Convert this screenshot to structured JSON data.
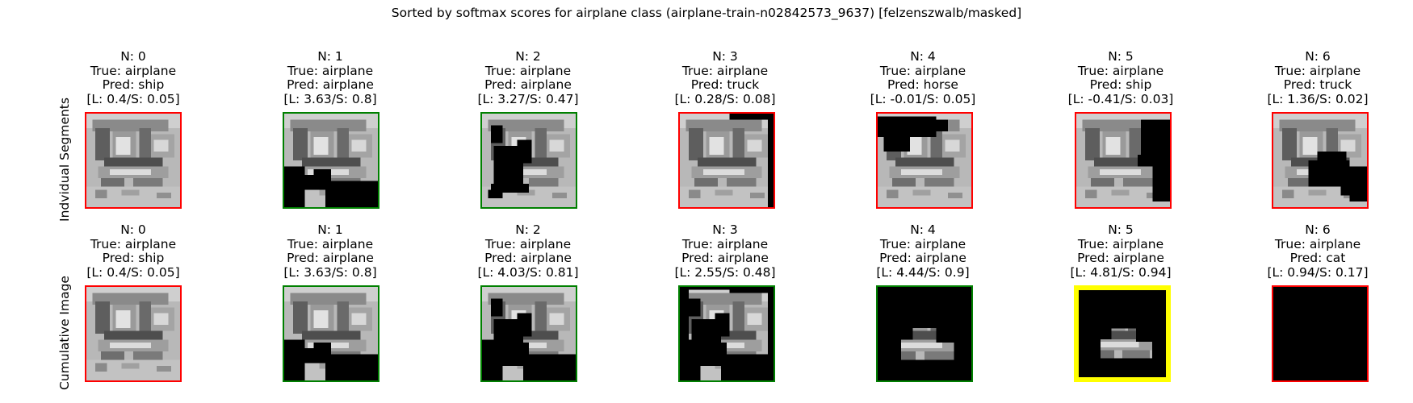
{
  "title": "Sorted by softmax scores for airplane class (airplane-train-n02842573_9637) [felzenszwalb/masked]",
  "colors": {
    "wrong": "#ff0000",
    "correct": "#008000",
    "best": "#ffff00"
  },
  "rows": [
    {
      "label": "Indvidual Segments",
      "panels": [
        {
          "n": "N: 0",
          "true": "True: airplane",
          "pred": "Pred: ship",
          "score": "[L: 0.4/S: 0.05]",
          "status": "wrong",
          "mask": "none"
        },
        {
          "n": "N: 1",
          "true": "True: airplane",
          "pred": "Pred: airplane",
          "score": "[L: 3.63/S: 0.8]",
          "status": "correct",
          "mask": "ind1"
        },
        {
          "n": "N: 2",
          "true": "True: airplane",
          "pred": "Pred: airplane",
          "score": "[L: 3.27/S: 0.47]",
          "status": "correct",
          "mask": "ind2"
        },
        {
          "n": "N: 3",
          "true": "True: airplane",
          "pred": "Pred: truck",
          "score": "[L: 0.28/S: 0.08]",
          "status": "wrong",
          "mask": "ind3"
        },
        {
          "n": "N: 4",
          "true": "True: airplane",
          "pred": "Pred: horse",
          "score": "[L: -0.01/S: 0.05]",
          "status": "wrong",
          "mask": "ind4"
        },
        {
          "n": "N: 5",
          "true": "True: airplane",
          "pred": "Pred: ship",
          "score": "[L: -0.41/S: 0.03]",
          "status": "wrong",
          "mask": "ind5"
        },
        {
          "n": "N: 6",
          "true": "True: airplane",
          "pred": "Pred: truck",
          "score": "[L: 1.36/S: 0.02]",
          "status": "wrong",
          "mask": "ind6"
        }
      ]
    },
    {
      "label": "Cumulative Image",
      "panels": [
        {
          "n": "N: 0",
          "true": "True: airplane",
          "pred": "Pred: ship",
          "score": "[L: 0.4/S: 0.05]",
          "status": "wrong",
          "mask": "none"
        },
        {
          "n": "N: 1",
          "true": "True: airplane",
          "pred": "Pred: airplane",
          "score": "[L: 3.63/S: 0.8]",
          "status": "correct",
          "mask": "cum1"
        },
        {
          "n": "N: 2",
          "true": "True: airplane",
          "pred": "Pred: airplane",
          "score": "[L: 4.03/S: 0.81]",
          "status": "correct",
          "mask": "cum2"
        },
        {
          "n": "N: 3",
          "true": "True: airplane",
          "pred": "Pred: airplane",
          "score": "[L: 2.55/S: 0.48]",
          "status": "correct",
          "mask": "cum3"
        },
        {
          "n": "N: 4",
          "true": "True: airplane",
          "pred": "Pred: airplane",
          "score": "[L: 4.44/S: 0.9]",
          "status": "correct",
          "mask": "cum4"
        },
        {
          "n": "N: 5",
          "true": "True: airplane",
          "pred": "Pred: airplane",
          "score": "[L: 4.81/S: 0.94]",
          "status": "best",
          "mask": "cum5"
        },
        {
          "n": "N: 6",
          "true": "True: airplane",
          "pred": "Pred: cat",
          "score": "[L: 0.94/S: 0.17]",
          "status": "wrong",
          "mask": "all"
        }
      ]
    }
  ]
}
